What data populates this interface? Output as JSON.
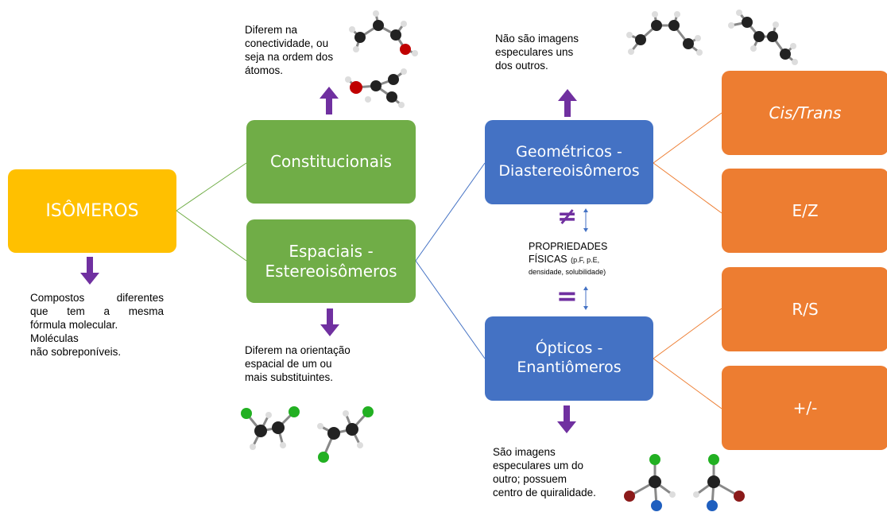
{
  "nodes": {
    "isomeros": "ISÔMEROS",
    "constitucionais": "Constitucionais",
    "espaciais_1": "Espaciais -",
    "espaciais_2": "Estereoisômeros",
    "geometricos_1": "Geométricos -",
    "geometricos_2": "Diastereoisômeros",
    "opticos_1": "Ópticos -",
    "opticos_2": "Enantiômeros",
    "cis_trans": "Cis/Trans",
    "ez": "E/Z",
    "rs": "R/S",
    "plus_minus": "+/-"
  },
  "notes": {
    "isomeros": [
      "Compostos diferentes",
      "que tem a mesma",
      "fórmula molecular.",
      "Moléculas",
      "não sobreponíveis."
    ],
    "constitucionais": [
      "Diferem na",
      "conectividade, ou",
      "seja na ordem dos",
      "átomos."
    ],
    "espaciais": [
      "Diferem na orientação",
      "espacial de um ou",
      "mais substituintes."
    ],
    "geometricos": [
      "Não são imagens",
      "especulares uns",
      "dos outros."
    ],
    "opticos": [
      "São imagens",
      "especulares um do",
      "outro; possuem",
      "centro de quiralidade."
    ]
  },
  "properties": {
    "not_equal_symbol": "≠",
    "equal_symbol": "=",
    "line1": "PROPRIEDADES",
    "line2": "FÍSICAS",
    "line2_small": "(p.F, p.E,",
    "line3_small": "densidade, solubilidade)"
  },
  "colors": {
    "yellow": "#FFC000",
    "green": "#70AD47",
    "blue": "#4472C4",
    "orange": "#ED7D31",
    "arrow_purple": "#7030A0"
  }
}
